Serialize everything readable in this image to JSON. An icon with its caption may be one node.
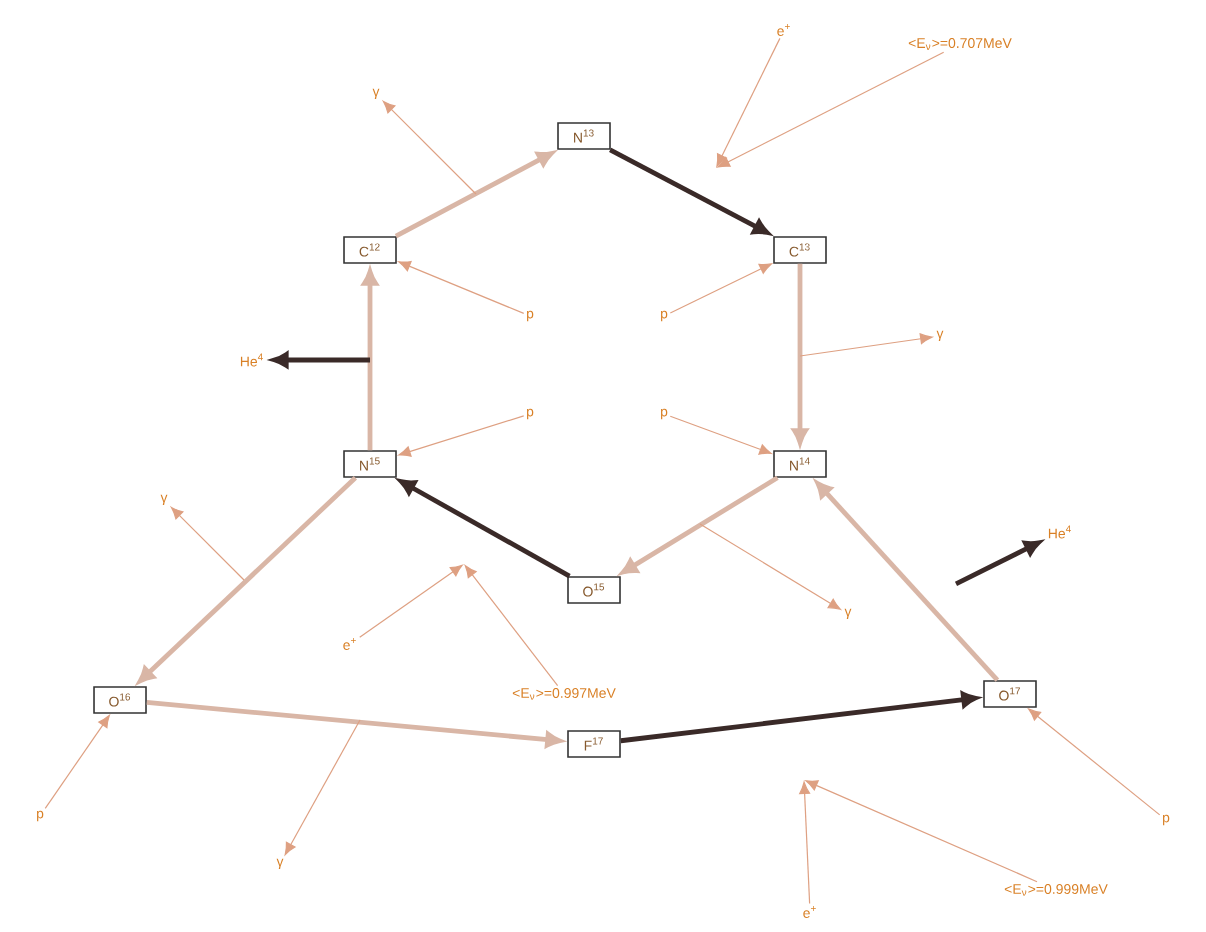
{
  "diagram": {
    "nodes": [
      {
        "text": [
          "N$^{13}$"
        ]
      },
      {
        "text": [
          "C$^{12}$"
        ]
      },
      {
        "text": [
          "C$^{13}$"
        ]
      },
      {
        "text": [
          "N$^{15}$"
        ]
      },
      {
        "text": [
          "N$^{14}$"
        ]
      },
      {
        "text": [
          "O$^{15}$"
        ]
      },
      {
        "text": [
          "O$^{16}$"
        ]
      },
      {
        "text": [
          "F$^{17}$"
        ]
      },
      {
        "text": [
          "O$^{17}$"
        ]
      },
      {
        "text": [
          "p"
        ]
      },
      {
        "text": [
          "p"
        ]
      },
      {
        "text": [
          "p"
        ]
      },
      {
        "text": [
          "p"
        ]
      },
      {
        "text": [
          "p"
        ]
      },
      {
        "text": [
          "p"
        ]
      },
      {
        "text": [
          "e$^{+}$"
        ]
      },
      {
        "text": [
          "<E$_{ν}$>=0.707MeV"
        ]
      },
      {
        "text": [
          "e$^{+}$"
        ]
      },
      {
        "text": [
          "<E$_{ν}$>=0.997MeV"
        ]
      },
      {
        "text": [
          "e$^{+}$"
        ]
      },
      {
        "text": [
          "<E$_{ν}$>=0.999MeV"
        ]
      },
      {
        "text": [
          "He$^{4}$"
        ]
      },
      {
        "text": [
          "He$^{4}$"
        ]
      },
      {
        "text": [
          "γ"
        ]
      },
      {
        "text": [
          "γ"
        ]
      },
      {
        "text": [
          "γ"
        ]
      },
      {
        "text": [
          "γ"
        ]
      },
      {
        "text": [
          "γ"
        ]
      }
    ],
    "edges": [
      {
        "from": 1,
        "to": 0,
        "arrow": "to",
        "style": "thick",
        "color": "#d9b6a6"
      },
      {
        "from": 0,
        "to": 2,
        "arrow": "to",
        "style": "thick",
        "color": "#3a2a28"
      },
      {
        "from": 2,
        "to": 4,
        "arrow": "to",
        "style": "thick",
        "color": "#d9b6a6"
      },
      {
        "from": 4,
        "to": 5,
        "arrow": "to",
        "style": "thick",
        "color": "#d9b6a6"
      },
      {
        "from": 5,
        "to": 3,
        "arrow": "to",
        "style": "thick",
        "color": "#3a2a28"
      },
      {
        "from": 3,
        "to": 1,
        "arrow": "to",
        "style": "thick",
        "color": "#d9b6a6"
      },
      {
        "from": 3,
        "to": 6,
        "arrow": "to",
        "style": "thick",
        "color": "#d9b6a6"
      },
      {
        "from": 6,
        "to": 7,
        "arrow": "to",
        "style": "thick",
        "color": "#d9b6a6"
      },
      {
        "from": 7,
        "to": 8,
        "arrow": "to",
        "style": "thick",
        "color": "#3a2a28"
      },
      {
        "from": 8,
        "to": 4,
        "arrow": "to",
        "style": "thick",
        "color": "#d9b6a6"
      },
      {
        "from": 9,
        "to": 1,
        "arrow": "to"
      },
      {
        "from": 10,
        "to": 2,
        "arrow": "to"
      },
      {
        "from": 11,
        "to": 3,
        "arrow": "to"
      },
      {
        "from": 12,
        "to": 4,
        "arrow": "to"
      },
      {
        "from": 13,
        "to": 6,
        "arrow": "to"
      },
      {
        "from": 14,
        "to": 8,
        "arrow": "to"
      },
      {
        "from": 15,
        "to": null,
        "arrow": "to"
      },
      {
        "from": 16,
        "to": null,
        "arrow": "to"
      },
      {
        "from": 17,
        "to": null,
        "arrow": "to"
      },
      {
        "from": 18,
        "to": null,
        "arrow": "to"
      },
      {
        "from": 19,
        "to": null,
        "arrow": "to"
      },
      {
        "from": 20,
        "to": null,
        "arrow": "to"
      },
      {
        "from": null,
        "to": 21,
        "arrow": "to",
        "style": "thick",
        "color": "#3a2a28"
      },
      {
        "from": null,
        "to": 22,
        "arrow": "to",
        "style": "thick",
        "color": "#3a2a28"
      },
      {
        "from": null,
        "to": 23,
        "arrow": "to"
      },
      {
        "from": null,
        "to": 24,
        "arrow": "to"
      },
      {
        "from": null,
        "to": 25,
        "arrow": "to"
      },
      {
        "from": null,
        "to": 26,
        "arrow": "to"
      },
      {
        "from": null,
        "to": 27,
        "arrow": "to"
      }
    ]
  }
}
